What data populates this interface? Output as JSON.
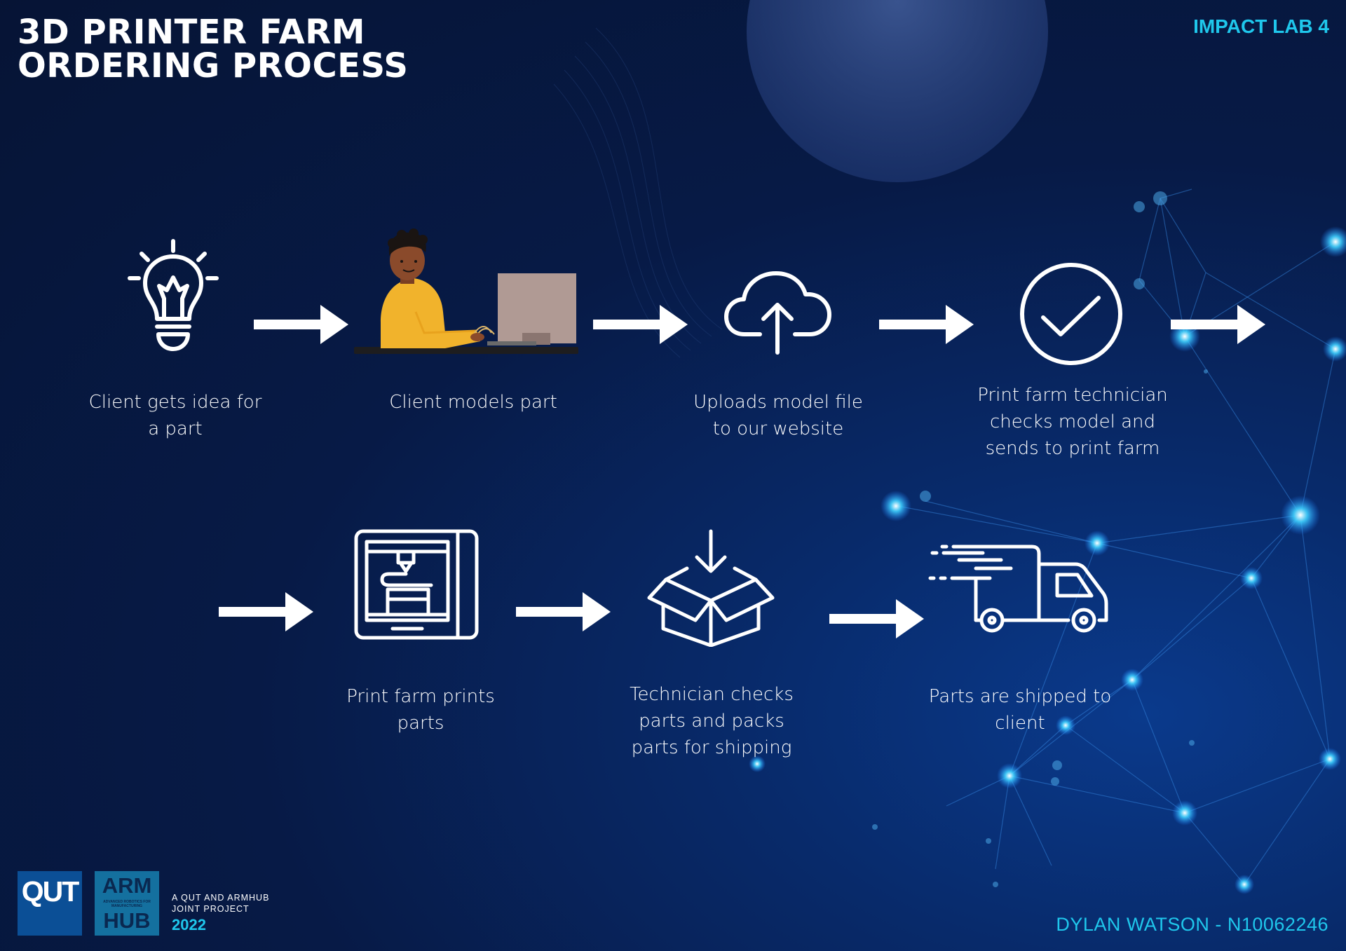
{
  "header": {
    "title": "3D PRINTER FARM ORDERING PROCESS",
    "lab_label": "IMPACT LAB 4"
  },
  "steps": [
    {
      "icon": "lightbulb-icon",
      "caption": "Client gets idea for\na part"
    },
    {
      "icon": "person-at-computer-icon",
      "caption": "Client models part"
    },
    {
      "icon": "cloud-upload-icon",
      "caption": "Uploads model file\nto our website"
    },
    {
      "icon": "checkmark-circle-icon",
      "caption": "Print farm technician\nchecks model and\nsends to print farm"
    },
    {
      "icon": "3d-printer-icon",
      "caption": "Print farm prints\nparts"
    },
    {
      "icon": "open-box-icon",
      "caption": "Technician  checks\nparts and packs\nparts for shipping"
    },
    {
      "icon": "delivery-truck-icon",
      "caption": "Parts are shipped to\nclient"
    }
  ],
  "footer": {
    "qut_logo": "QUT",
    "arm_logo_top": "ARM",
    "arm_logo_middle": "ADVANCED ROBOTICS FOR MANUFACTURING",
    "arm_logo_bottom": "HUB",
    "joint_project": "A QUT AND ARMHUB\nJOINT PROJECT",
    "year": "2022",
    "author": "DYLAN WATSON - N10062246"
  },
  "colors": {
    "accent": "#1fc7ec",
    "background": "#071a46",
    "text": "#ffffff",
    "person_shirt": "#f1b32c",
    "monitor": "#b09a94"
  }
}
